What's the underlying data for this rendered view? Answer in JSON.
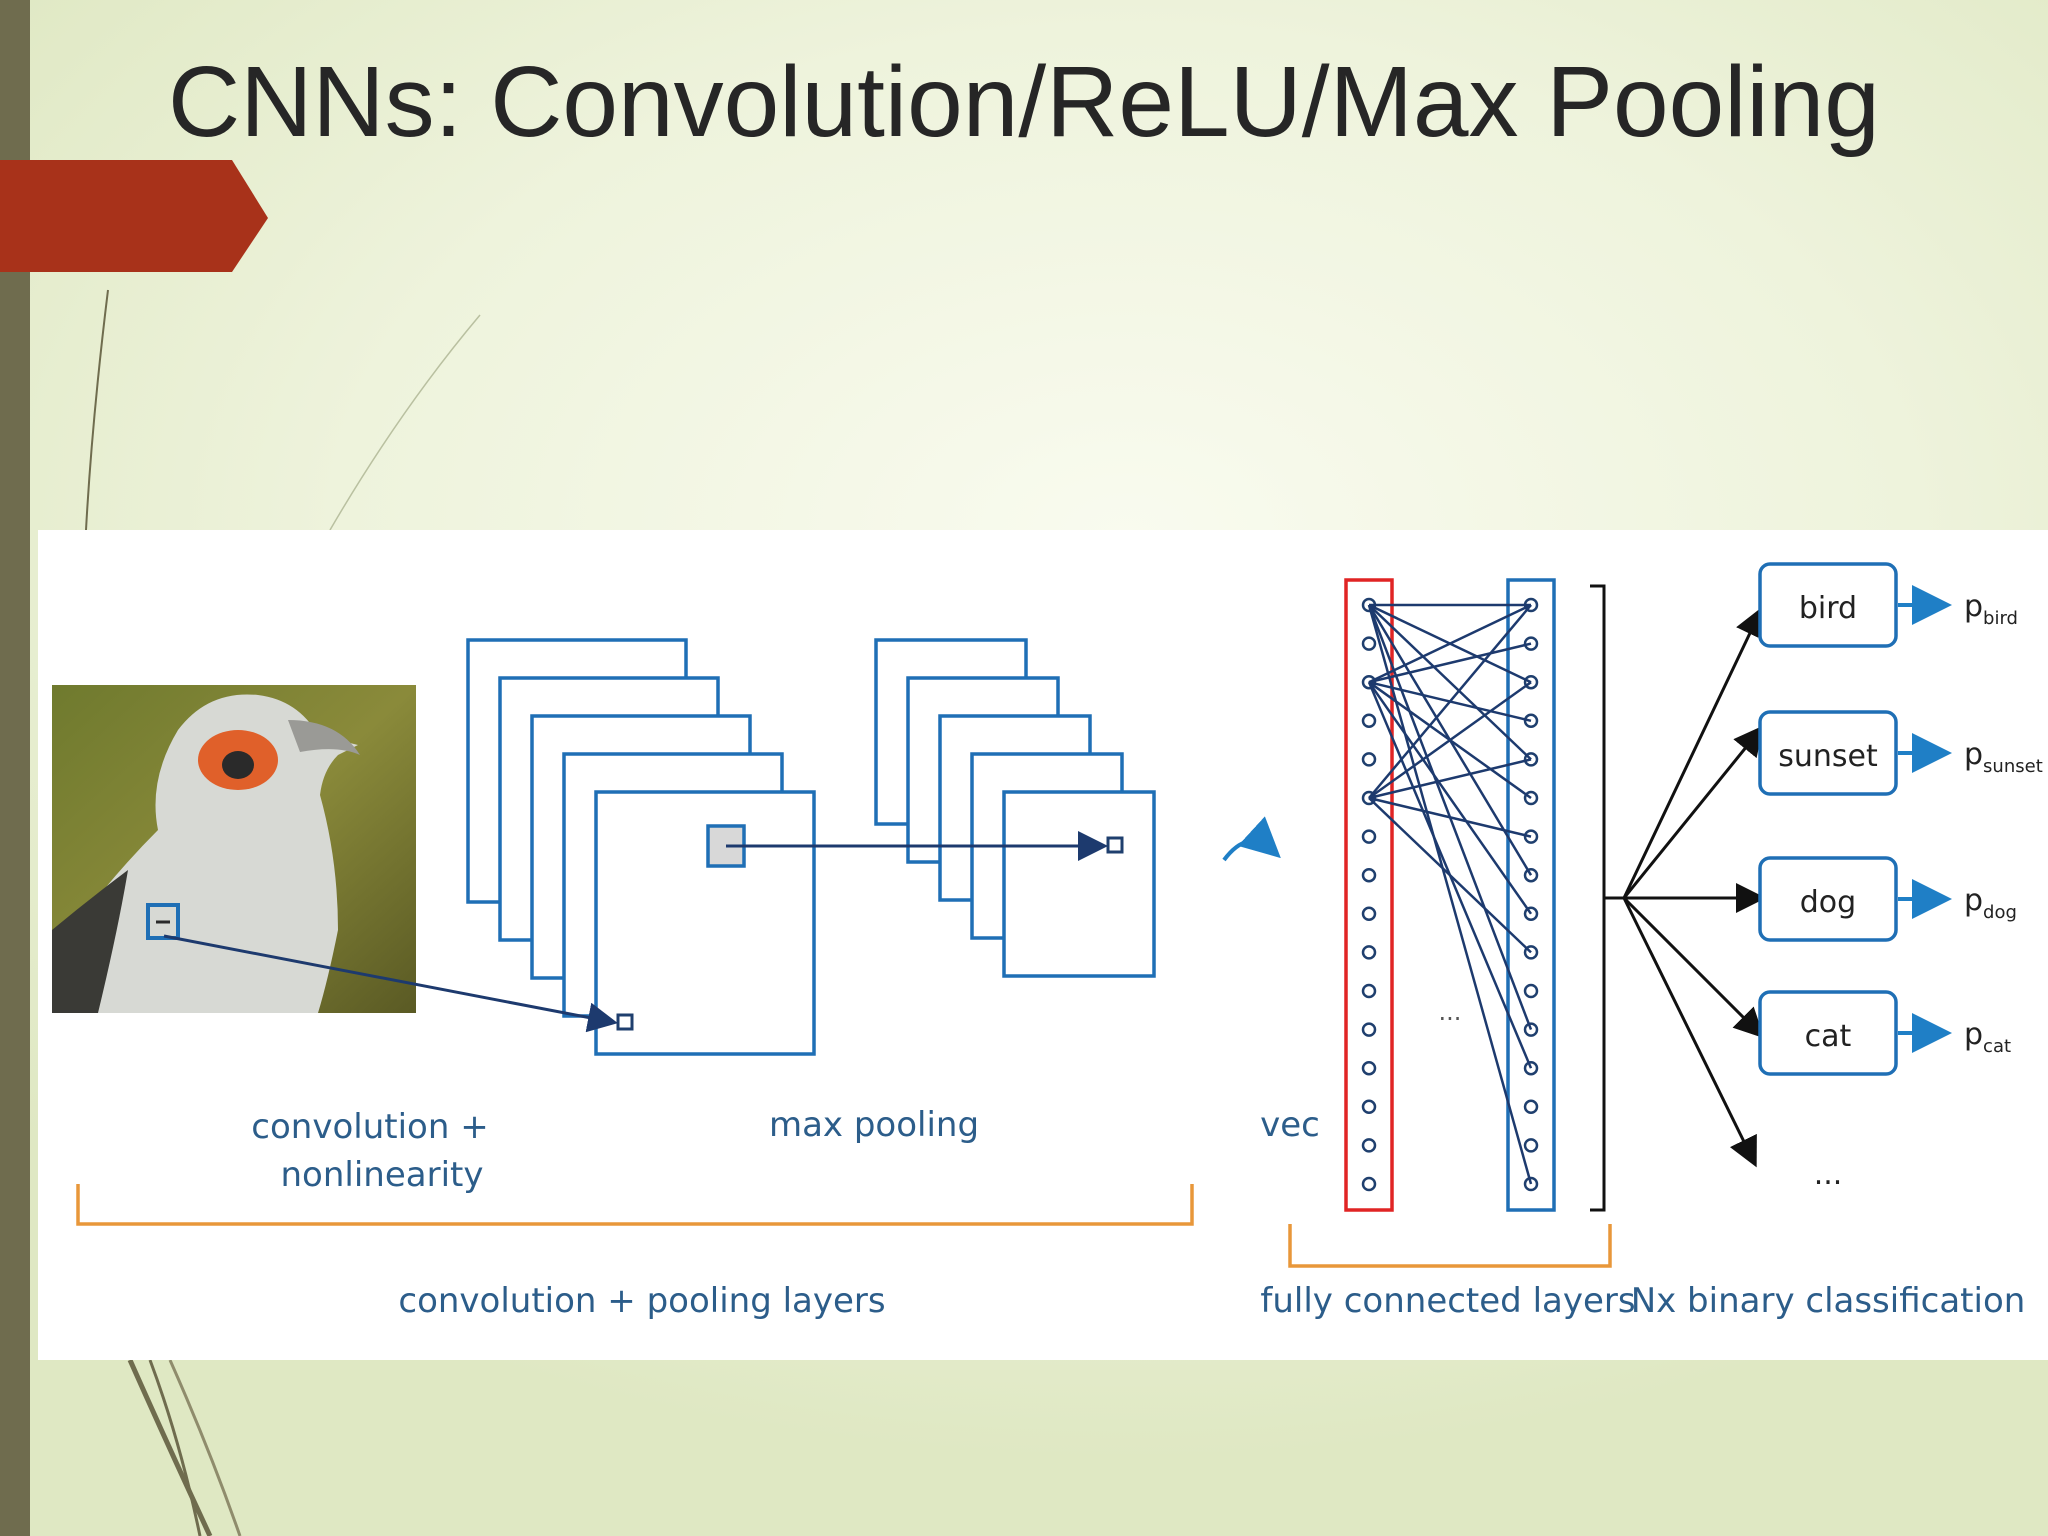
{
  "slide": {
    "title": "CNNs: Convolution/ReLU/Max Pooling"
  },
  "colors": {
    "background": "#eef3dc",
    "left_bar": "#6f6c4e",
    "accent_tab": "#a8321a",
    "diagram_blue": "#1f6fb5",
    "label_blue": "#2c5d8a",
    "bracket_orange": "#e8973a",
    "vec_red": "#e02424",
    "arrow_dark": "#1d3a6e"
  },
  "diagram": {
    "conv_label_line1": "convolution +",
    "conv_label_line2": "nonlinearity",
    "pool_label": "max pooling",
    "vec_label": "vec",
    "ellipsis_fc": "...",
    "ellipsis_classes": "...",
    "section_conv_pool": "convolution + pooling layers",
    "section_fc": "fully connected layers",
    "section_binary": "Nx binary classification",
    "classes": [
      {
        "label": "bird",
        "prob_base": "p",
        "prob_sub": "bird"
      },
      {
        "label": "sunset",
        "prob_base": "p",
        "prob_sub": "sunset"
      },
      {
        "label": "dog",
        "prob_base": "p",
        "prob_sub": "dog"
      },
      {
        "label": "cat",
        "prob_base": "p",
        "prob_sub": "cat"
      }
    ],
    "input_image": "bird-photo"
  }
}
